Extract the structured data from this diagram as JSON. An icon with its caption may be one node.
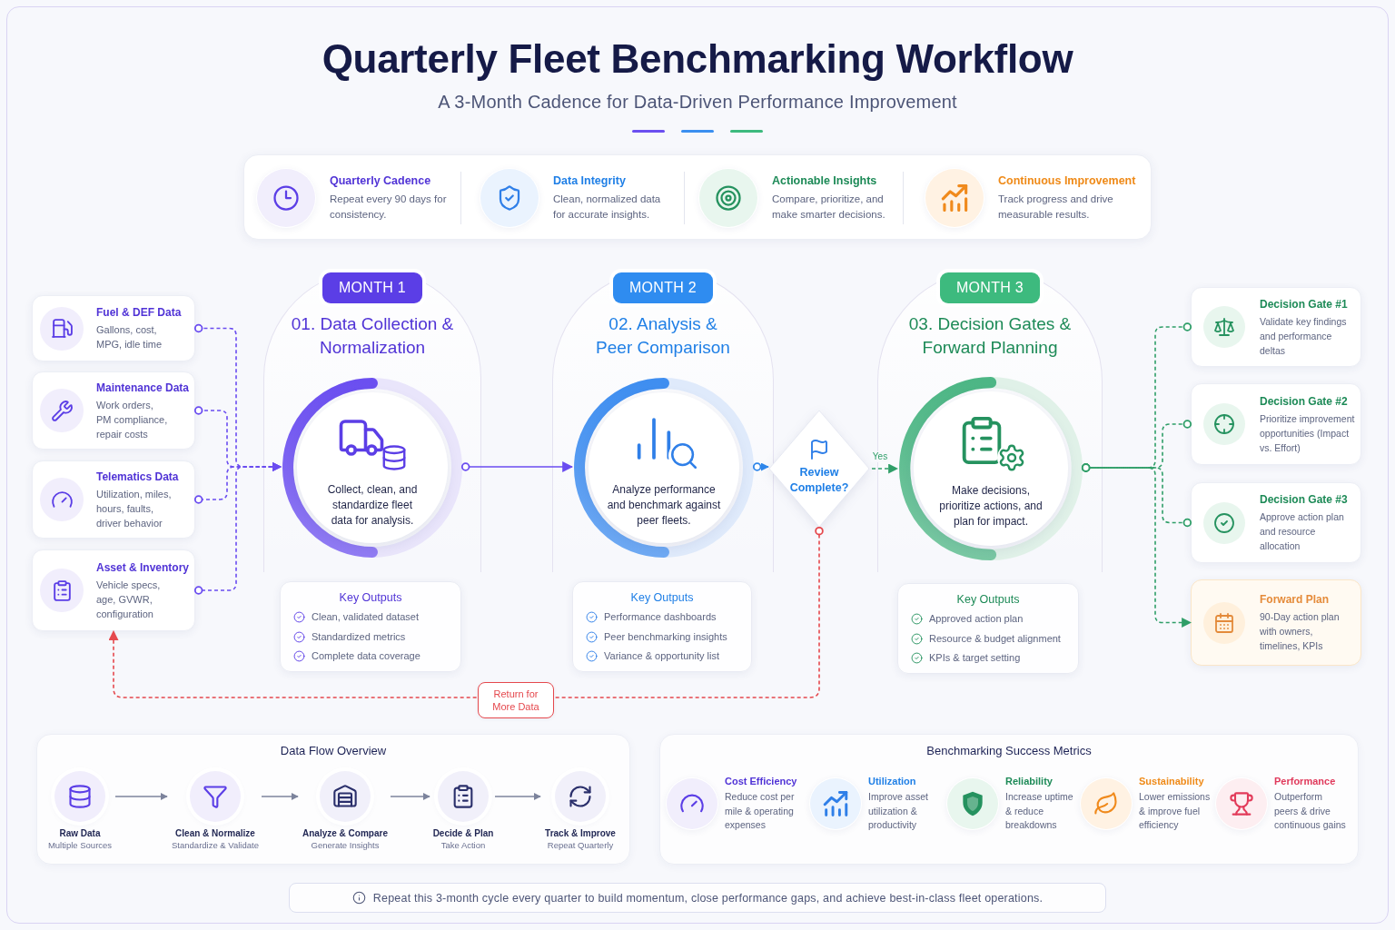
{
  "diagram": {
    "title": "Quarterly Fleet Benchmarking Workflow",
    "nodes": [
      {
        "text": [],
        "shape": "box"
      },
      {
        "text": [
          "Quarterly Cadence",
          "Repeat every 90 days for consistency."
        ],
        "in": 0
      },
      {
        "text": [
          "Data Integrity",
          "Clean, normalized data for accurate insights."
        ],
        "in": 0
      },
      {
        "text": [
          "Actionable Insights",
          "Compare, prioritize, and make smarter decisions."
        ],
        "in": 0
      },
      {
        "text": [
          "Continuous Improvement",
          "Track progress and drive measurable results."
        ],
        "in": 0
      },
      {
        "text": [
          "Fuel & DEF Data",
          "Gallons, cost, MPG, idle time"
        ]
      },
      {
        "text": [
          "Maintenance Data",
          "Work orders, PM compliance, repair costs"
        ]
      },
      {
        "text": [
          "Telematics Data",
          "Utilization, miles, hours, faults, driver behavior"
        ]
      },
      {
        "text": [
          "Asset & Inventory",
          "Vehicle specs, age, GVWR, configuration"
        ]
      },
      {
        "text": [
          "MONTH 1",
          "01. Data Collection & Normalization"
        ]
      },
      {
        "text": [
          "Collect, clean, and standardize fleet data for analysis."
        ],
        "in": 9
      },
      {
        "text": [
          "Key Outputs",
          "Clean, validated dataset",
          "Standardized metrics",
          "Complete data coverage"
        ]
      },
      {
        "text": [
          "MONTH 2",
          "02. Analysis & Peer Comparison"
        ]
      },
      {
        "text": [
          "Analyze performance and benchmark against peer fleets."
        ],
        "in": 12
      },
      {
        "text": [
          "Key Outputs",
          "Performance dashboards",
          "Peer benchmarking insights",
          "Variance & opportunity list"
        ]
      },
      {
        "text": [
          "Review Complete?"
        ]
      },
      {
        "text": [
          "MONTH 3",
          "03. Decision Gates & Forward Planning"
        ]
      },
      {
        "text": [
          "Make decisions, prioritize actions, and plan for impact."
        ],
        "in": 16
      },
      {
        "text": [
          "Key Outputs",
          "Approved action plan",
          "Resource & budget alignment",
          "KPIs & target setting"
        ]
      },
      {
        "text": [
          "Decision Gate #1",
          "Validate key findings and performance deltas"
        ]
      },
      {
        "text": [
          "Decision Gate #2",
          "Prioritize improvement opportunities (Impact vs. Effort)"
        ]
      },
      {
        "text": [
          "Decision Gate #3",
          "Approve action plan and resource allocation"
        ]
      },
      {
        "text": [
          "Forward Plan",
          "90-Day action plan with owners, timelines, KPIs"
        ]
      },
      {
        "text": [
          "Data Flow Overview"
        ]
      },
      {
        "text": [
          "Raw Data",
          "Multiple Sources"
        ],
        "in": 23
      },
      {
        "text": [
          "Clean & Normalize",
          "Standardize & Validate"
        ],
        "in": 23
      },
      {
        "text": [
          "Analyze & Compare",
          "Generate Insights"
        ],
        "in": 23
      },
      {
        "text": [
          "Decide & Plan",
          "Take Action"
        ],
        "in": 23
      },
      {
        "text": [
          "Track & Improve",
          "Repeat Quarterly"
        ],
        "in": 23
      },
      {
        "text": [
          "Benchmarking Success Metrics"
        ]
      },
      {
        "text": [
          "Cost Efficiency",
          "Reduce cost per mile & operating expenses"
        ],
        "in": 29
      },
      {
        "text": [
          "Utilization",
          "Improve asset utilization & productivity"
        ],
        "in": 29
      },
      {
        "text": [
          "Reliability",
          "Increase uptime & reduce breakdowns"
        ],
        "in": 29
      },
      {
        "text": [
          "Sustainability",
          "Lower emissions & improve fuel efficiency"
        ],
        "in": 29
      },
      {
        "text": [
          "Performance",
          "Outperform peers & drive continuous gains"
        ],
        "in": 29
      },
      {
        "text": [
          "Repeat this 3-month cycle every quarter to build momentum, close performance gaps, and achieve best-in-class fleet operations."
        ]
      }
    ],
    "edges": [
      {
        "from": 5,
        "to": 10,
        "arrow": "to",
        "style": "dashed"
      },
      {
        "from": 6,
        "to": 10,
        "arrow": "to",
        "style": "dashed"
      },
      {
        "from": 7,
        "to": 10,
        "arrow": "to",
        "style": "dashed"
      },
      {
        "from": 8,
        "to": 10,
        "arrow": "to",
        "style": "dashed"
      },
      {
        "from": 10,
        "to": 13,
        "arrow": "to"
      },
      {
        "from": 13,
        "to": 15,
        "arrow": "to",
        "color": "#2e86ea"
      },
      {
        "from": 15,
        "to": 17,
        "arrow": "to",
        "label": "Yes",
        "style": "dashed",
        "color": "#2f9e68"
      },
      {
        "from": 15,
        "to": 8,
        "arrow": "to",
        "label": "Return for More Data",
        "style": "dashed",
        "color": "#e5484d"
      },
      {
        "from": 17,
        "to": 19,
        "arrow": "other",
        "style": "dashed",
        "color": "#2f9e68"
      },
      {
        "from": 17,
        "to": 20,
        "arrow": "other",
        "style": "dashed",
        "color": "#2f9e68"
      },
      {
        "from": 17,
        "to": 21,
        "arrow": "other",
        "style": "dashed",
        "color": "#2f9e68"
      },
      {
        "from": 17,
        "to": 22,
        "arrow": "to",
        "style": "dashed",
        "color": "#2f9e68"
      },
      {
        "from": 24,
        "to": 25,
        "arrow": "to",
        "color": "#7c839c"
      },
      {
        "from": 25,
        "to": 26,
        "arrow": "to",
        "color": "#7c839c"
      },
      {
        "from": 26,
        "to": 27,
        "arrow": "to",
        "color": "#7c839c"
      },
      {
        "from": 27,
        "to": 28,
        "arrow": "to",
        "color": "#7c839c"
      }
    ],
    "labels": [
      "A 3-Month Cadence for Data-Driven Performance Improvement"
    ]
  }
}
